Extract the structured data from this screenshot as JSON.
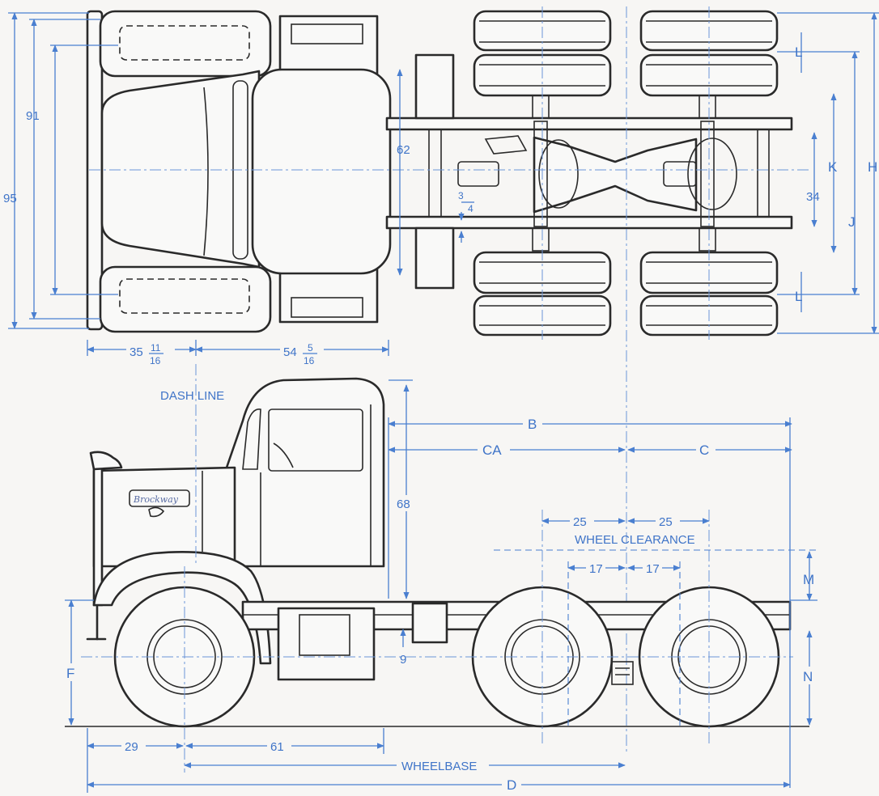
{
  "top_view": {
    "dims": {
      "overall_width": "95",
      "tire_width": "91",
      "frame_width": "62",
      "frame_gap_num": "3",
      "frame_gap_den": "4",
      "inner_frame": "34",
      "K": "K",
      "H": "H",
      "J": "J",
      "L_top": "L",
      "L_bottom": "L"
    },
    "front_offsets": {
      "a_whole": "35",
      "a_num": "11",
      "a_den": "16",
      "b_whole": "54",
      "b_num": "5",
      "b_den": "16"
    }
  },
  "side_view": {
    "labels": {
      "dash_line": "DASH LINE",
      "B": "B",
      "CA": "CA",
      "C": "C",
      "height_68": "68",
      "left_25": "25",
      "right_25": "25",
      "wheel_clearance": "WHEEL CLEARANCE",
      "left_17": "17",
      "right_17": "17",
      "M": "M",
      "N": "N",
      "F": "F",
      "frame_9": "9",
      "front_29": "29",
      "front_61": "61",
      "wheelbase": "WHEELBASE",
      "D": "D"
    },
    "badge": "Brockway"
  }
}
